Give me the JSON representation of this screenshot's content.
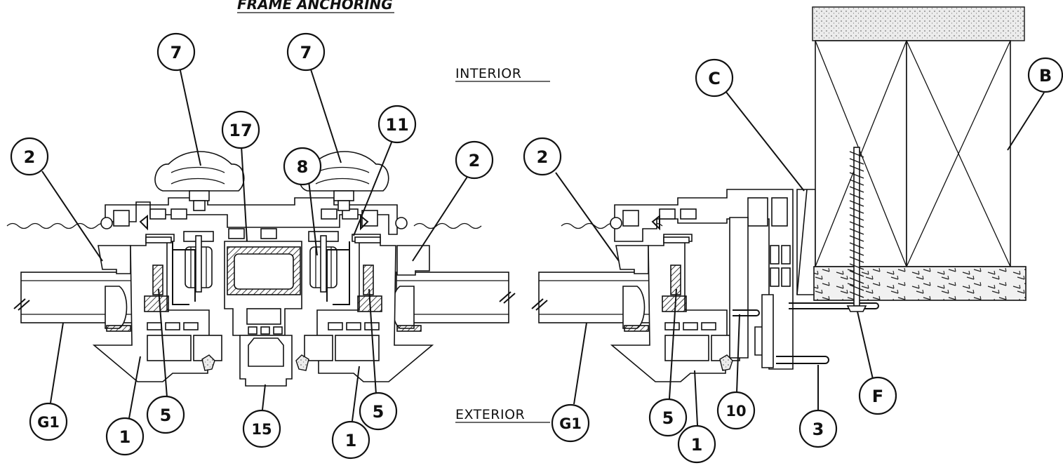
{
  "diagram": {
    "title": "FRAME ANCHORING",
    "sides": {
      "interior": "INTERIOR",
      "exterior": "EXTERIOR"
    },
    "labels": [
      {
        "key": "l7a",
        "text": "7"
      },
      {
        "key": "l7b",
        "text": "7"
      },
      {
        "key": "l17",
        "text": "17"
      },
      {
        "key": "l11",
        "text": "11"
      },
      {
        "key": "l8",
        "text": "8"
      },
      {
        "key": "l2a",
        "text": "2"
      },
      {
        "key": "l2b",
        "text": "2"
      },
      {
        "key": "l2c",
        "text": "2"
      },
      {
        "key": "lG1a",
        "text": "G1"
      },
      {
        "key": "lG1b",
        "text": "G1"
      },
      {
        "key": "l1a",
        "text": "1"
      },
      {
        "key": "l1b",
        "text": "1"
      },
      {
        "key": "l1c",
        "text": "1"
      },
      {
        "key": "l5a",
        "text": "5"
      },
      {
        "key": "l5b",
        "text": "5"
      },
      {
        "key": "l5c",
        "text": "5"
      },
      {
        "key": "l15",
        "text": "15"
      },
      {
        "key": "l10",
        "text": "10"
      },
      {
        "key": "l3",
        "text": "3"
      },
      {
        "key": "lC",
        "text": "C"
      },
      {
        "key": "lB",
        "text": "B"
      },
      {
        "key": "lF",
        "text": "F"
      }
    ],
    "colors": {
      "line": "#111111",
      "background": "#ffffff"
    }
  }
}
